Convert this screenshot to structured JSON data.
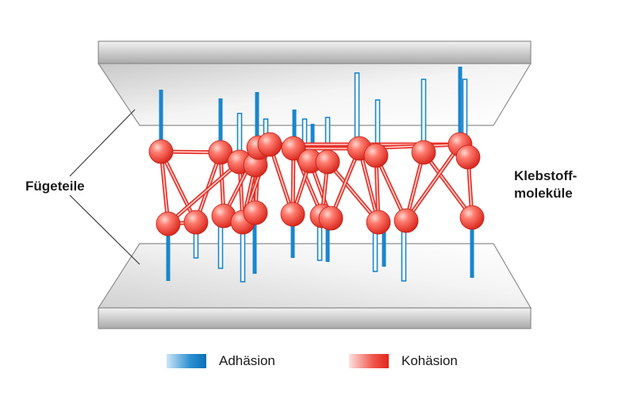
{
  "labels": {
    "joining_parts": "Fügeteile",
    "adhesive_molecules_line1": "Klebstoff-",
    "adhesive_molecules_line2": "moleküle"
  },
  "legend": [
    {
      "label": "Adhäsion",
      "color": "#1a86cc"
    },
    {
      "label": "Kohäsion",
      "color": "#e8322a"
    }
  ],
  "colors": {
    "plate_fill": "#e6e6e6",
    "plate_edge": "#b0b0b0",
    "adhesion": "#1a86cc",
    "cohesion": "#e8322a"
  }
}
